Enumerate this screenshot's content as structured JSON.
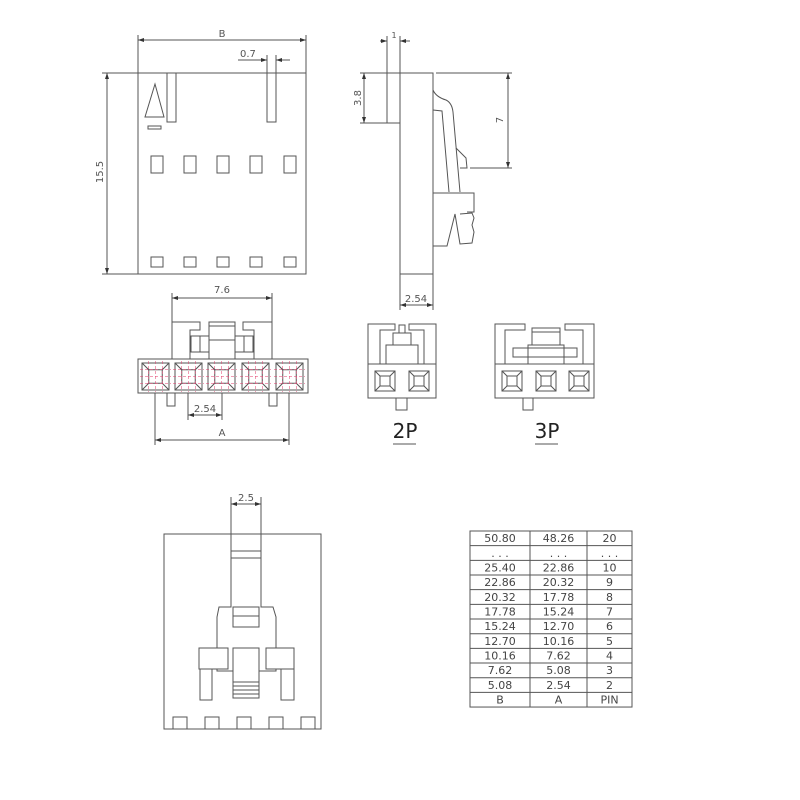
{
  "top_view": {
    "dim_width": "B",
    "dim_slot": "0.7",
    "dim_height": "15.5"
  },
  "side_view": {
    "dim_tab": "1",
    "dim_tab_height": "3.8",
    "dim_latch": "7",
    "dim_depth": "2.54"
  },
  "front_view": {
    "dim_span": "7.6",
    "dim_pitch": "2.54",
    "dim_overall": "A"
  },
  "variants": {
    "two_pin": "2P",
    "three_pin": "3P"
  },
  "bottom_view": {
    "dim_latch_width": "2.5"
  },
  "table": {
    "columns": [
      "B",
      "A",
      "PIN"
    ],
    "rows": [
      [
        "50.80",
        "48.26",
        "20"
      ],
      [
        ". . .",
        ". . .",
        ". . ."
      ],
      [
        "25.40",
        "22.86",
        "10"
      ],
      [
        "22.86",
        "20.32",
        "9"
      ],
      [
        "20.32",
        "17.78",
        "8"
      ],
      [
        "17.78",
        "15.24",
        "7"
      ],
      [
        "15.24",
        "12.70",
        "6"
      ],
      [
        "12.70",
        "10.16",
        "5"
      ],
      [
        "10.16",
        "7.62",
        "4"
      ],
      [
        "7.62",
        "5.08",
        "3"
      ],
      [
        "5.08",
        "2.54",
        "2"
      ]
    ]
  }
}
